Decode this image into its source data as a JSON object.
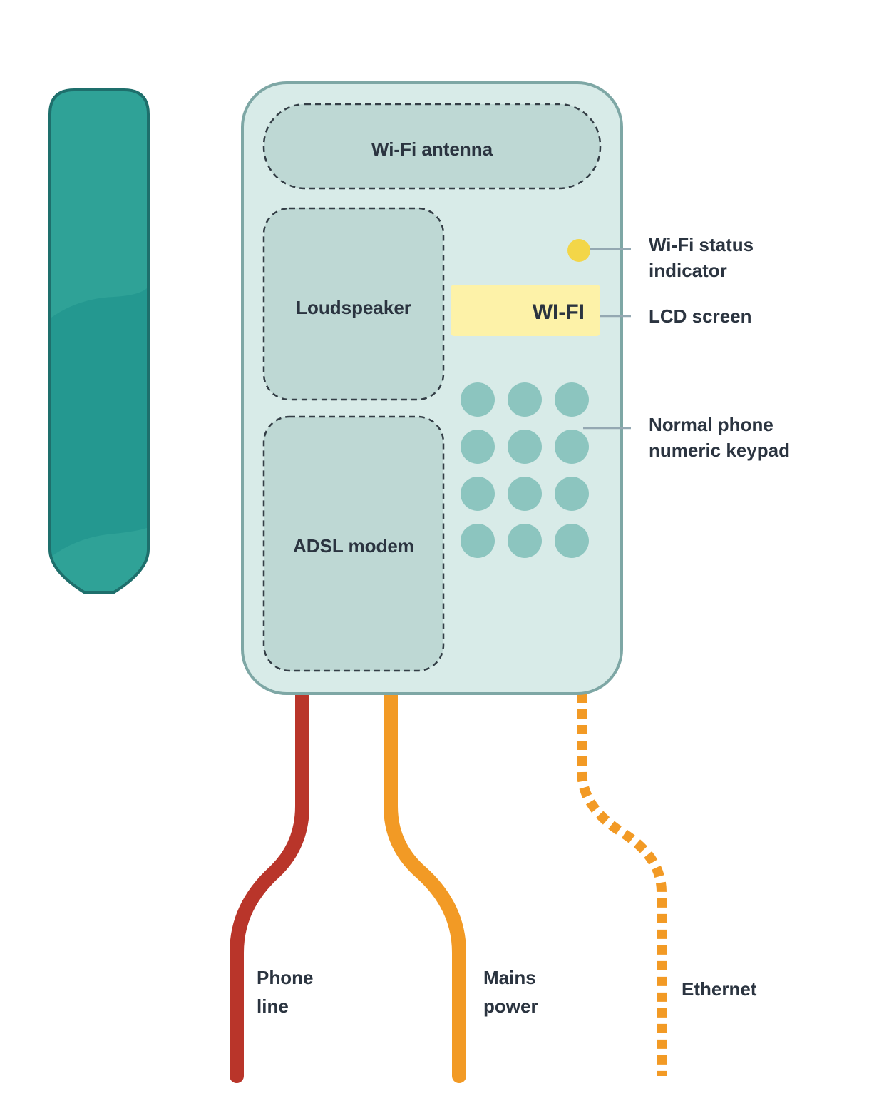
{
  "colors": {
    "handset": "#2fa297",
    "handset_dark": "#249890",
    "handset_border": "#1e6f6c",
    "body_fill": "#d8ebe8",
    "body_border": "#7ea7a5",
    "zone_fill": "#bed8d4",
    "zone_border": "#333d45",
    "key_fill": "#8cc5bf",
    "lcd_fill": "#fdf2a8",
    "indicator": "#f3d648",
    "leader": "#94a8b2",
    "phone_line": "#b9352a",
    "mains_power": "#f29a25",
    "ethernet": "#f29a25",
    "text": "#2b3440"
  },
  "icons": {
    "handset": "handset-icon",
    "status_led": "wifi-status-led-icon"
  },
  "zones": {
    "antenna": "Wi-Fi antenna",
    "loudspeaker": "Loudspeaker",
    "modem": "ADSL modem"
  },
  "lcd": {
    "text": "WI-FI"
  },
  "keypad": {
    "rows": 4,
    "columns": 3
  },
  "callouts": {
    "status_line1": "Wi-Fi status",
    "status_line2": "indicator",
    "lcd": "LCD screen",
    "keypad_line1": "Normal phone",
    "keypad_line2": "numeric keypad"
  },
  "cables": {
    "phone_line1": "Phone",
    "phone_line2": "line",
    "mains_line1": "Mains",
    "mains_line2": "power",
    "ethernet": "Ethernet"
  }
}
